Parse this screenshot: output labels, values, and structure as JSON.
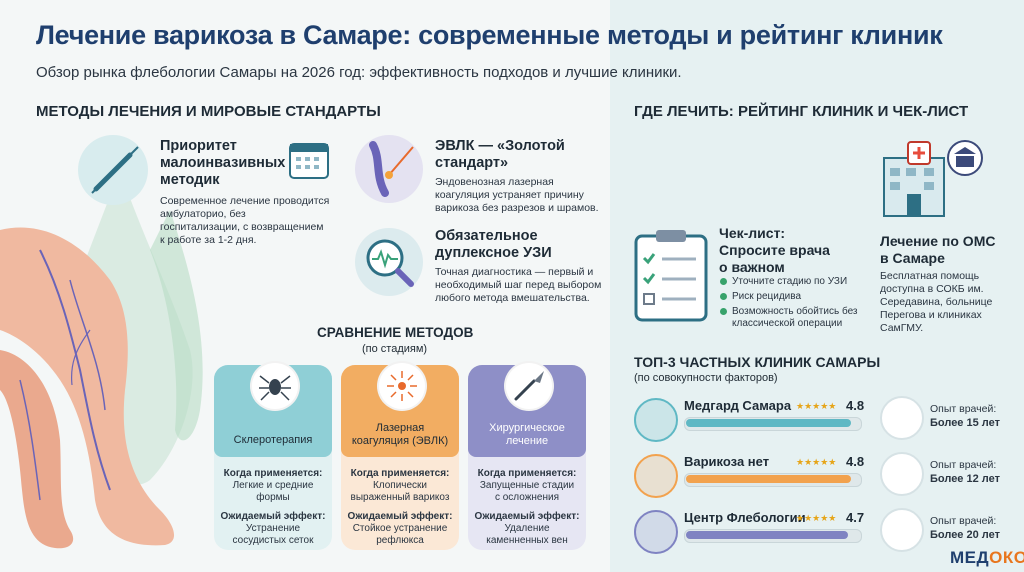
{
  "header": {
    "title": "Лечение варикоза в Самаре: современные методы и рейтинг клиник",
    "subtitle": "Обзор рынка флебологии Самары на 2026 год: эффективность подходов и лучшие клиники."
  },
  "left": {
    "section_title": "МЕТОДЫ ЛЕЧЕНИЯ И МИРОВЫЕ СТАНДАРТЫ",
    "features": [
      {
        "title_line1": "Приоритет",
        "title_line2": "малоинвазивных",
        "title_line3": "методик",
        "text_line1": "Современное лечение проводится",
        "text_line2": "амбулаторио, без",
        "text_line3": "госпитализации, с возвращением",
        "text_line4": "к работе за 1-2 дня.",
        "icon": "syringe-icon"
      },
      {
        "title_line1": "ЭВЛК — «Золотой",
        "title_line2": "стандарт»",
        "text_line1": "Эндовенозная лазерная",
        "text_line2": "коагуляция устраняет причину",
        "text_line3": "варикоза без разрезов и шрамов.",
        "icon": "laser-vein-icon"
      },
      {
        "title_line1": "Обязательное",
        "title_line2": "дуплексное УЗИ",
        "text_line1": "Точная диагностика — первый и",
        "text_line2": "необходимый шаг перед выбором",
        "text_line3": "любого метода вмешательства.",
        "icon": "ultrasound-magnifier-icon"
      }
    ],
    "comparison_title": "СРАВНЕНИЕ МЕТОДОВ",
    "comparison_subtitle": "(по стадиям)",
    "methods": [
      {
        "name": "Склеротерапия",
        "when_label": "Когда применяется:",
        "when_l1": "Легкие и средние",
        "when_l2": "формы",
        "effect_label": "Ожидаемый эффект:",
        "effect_l1": "Устранение",
        "effect_l2": "сосудистых сеток",
        "icon": "spider-vein-icon",
        "color": "#8fcfd6"
      },
      {
        "name_l1": "Лазерная",
        "name_l2": "коагуляция (ЭВЛК)",
        "when_label": "Когда применяется:",
        "when_l1": "Клопически",
        "when_l2": "выраженный варикоз",
        "effect_label": "Ожидаемый эффект:",
        "effect_l1": "Стойкое устранение",
        "effect_l2": "рефлюкса",
        "icon": "laser-icon",
        "color": "#f2ad62"
      },
      {
        "name_l1": "Хирургическое",
        "name_l2": "лечение",
        "when_label": "Когда применяется:",
        "when_l1": "Запущенные стадии",
        "when_l2": "с осложнения",
        "effect_label": "Ожидаемый эффект:",
        "effect_l1": "Удаление",
        "effect_l2": "каменненных вен",
        "icon": "scalpel-icon",
        "color": "#8e8fc7"
      }
    ]
  },
  "right": {
    "section_title": "ГДЕ ЛЕЧИТЬ: РЕЙТИНГ КЛИНИК И ЧЕК-ЛИСТ",
    "checklist": {
      "title_l1": "Чек-лист:",
      "title_l2": "Спросите врача",
      "title_l3": "о важном",
      "items": [
        "Уточните стадию по УЗИ",
        "Риск рецидива",
        "Возможность обойтись без"
      ],
      "item3_l2": "классической операции",
      "icon": "clipboard-checklist-icon"
    },
    "oms": {
      "title_l1": "Лечение по ОМС",
      "title_l2": "в Самаре",
      "text_l1": "Бесплатная помощь",
      "text_l2": "доступна в СОКБ им.",
      "text_l3": "Середавина, больнице",
      "text_l4": "Перегова и клиниках",
      "text_l5": "СамГМУ.",
      "icon": "hospital-building-icon"
    },
    "top_title": "ТОП-3 ЧАСТНЫХ КЛИНИК САМАРЫ",
    "top_subtitle": "(по совокупности факторов)",
    "clinics": [
      {
        "name": "Медгард Самара",
        "stars": "★★★★★",
        "rating": "4.8",
        "score": 0.96,
        "exp_label": "Опыт врачей:",
        "exp_value": "Более 15 лет",
        "color": "#5fb8c4"
      },
      {
        "name": "Варикоза нет",
        "stars": "★★★★★",
        "rating": "4.8",
        "score": 0.96,
        "exp_label": "Опыт врачей:",
        "exp_value": "Более 12 лет",
        "color": "#f2a24e"
      },
      {
        "name": "Центр Флебологии",
        "stars": "★★★★★",
        "rating": "4.7",
        "score": 0.94,
        "exp_label": "Опыт врачей:",
        "exp_value": "Более 20 лет",
        "color": "#7f83c2"
      }
    ]
  },
  "logo": {
    "text_a": "МЕД",
    "text_b": "ОКО"
  }
}
